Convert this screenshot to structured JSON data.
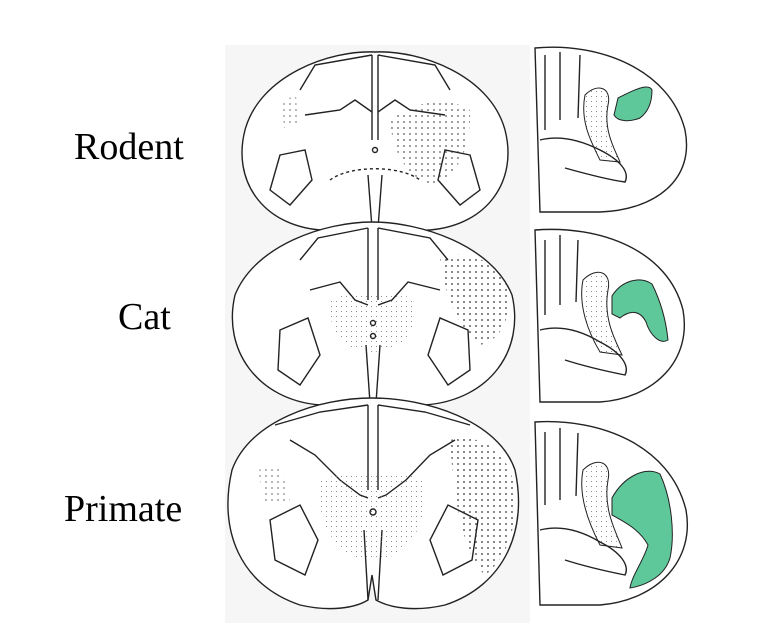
{
  "labels": {
    "rodent": "Rodent",
    "cat": "Cat",
    "primate": "Primate"
  },
  "colors": {
    "tract_fill": "#5ec89b",
    "background_panel": "#f6f6f6",
    "line": "#222222"
  }
}
